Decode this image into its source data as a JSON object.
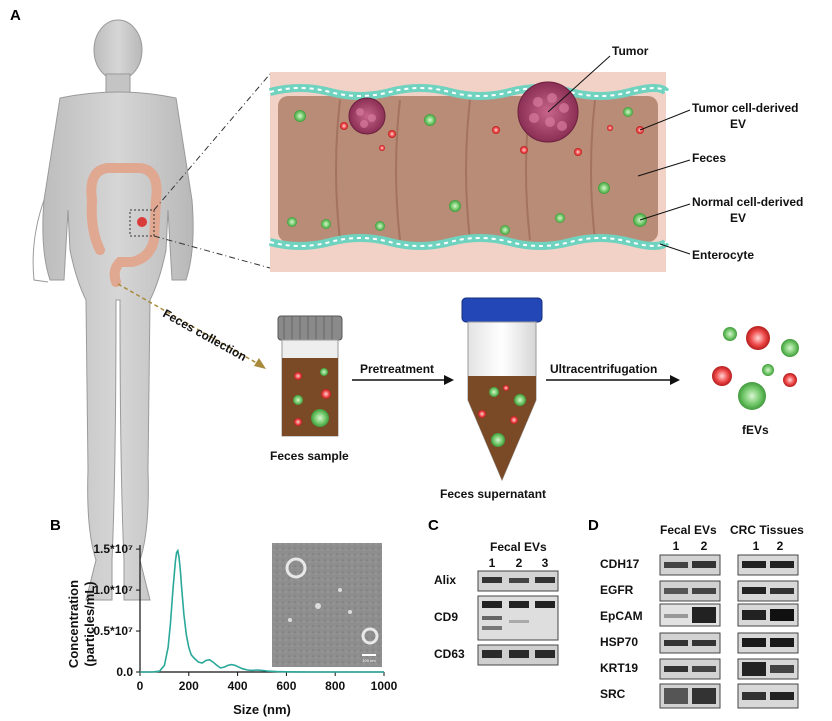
{
  "panels": {
    "a": "A",
    "b": "B",
    "c": "C",
    "d": "D"
  },
  "intestine_labels": {
    "tumor": "Tumor",
    "tumor_ev_1": "Tumor cell-derived",
    "tumor_ev_2": "EV",
    "feces": "Feces",
    "normal_ev_1": "Normal cell-derived",
    "normal_ev_2": "EV",
    "enterocyte": "Enterocyte"
  },
  "workflow": {
    "collection": "Feces collection",
    "sample": "Feces sample",
    "pretreatment": "Pretreatment",
    "supernatant": "Feces supernatant",
    "ultracentrifugation": "Ultracentrifugation",
    "fevs": "fEVs"
  },
  "chart_data": {
    "type": "line",
    "xlabel": "Size (nm)",
    "ylabel_line1": "Concentration",
    "ylabel_line2": "(particles/mL)",
    "xlim": [
      0,
      1000
    ],
    "ylim": [
      0,
      15500000
    ],
    "x_ticks": [
      0,
      200,
      400,
      600,
      800,
      1000
    ],
    "x_tick_labels": [
      "0",
      "200",
      "400",
      "600",
      "800",
      "1000"
    ],
    "y_ticks": [
      0,
      5000000,
      10000000,
      15000000
    ],
    "y_tick_labels": [
      "0.0",
      "0.5*10⁷",
      "1.0*10⁷",
      "1.5*10⁷"
    ],
    "series": [
      {
        "color": "#2aa89a",
        "x": [
          0,
          50,
          80,
          100,
          115,
          125,
          135,
          145,
          150,
          155,
          160,
          165,
          170,
          180,
          190,
          200,
          210,
          225,
          240,
          255,
          270,
          285,
          300,
          315,
          330,
          345,
          360,
          375,
          390,
          405,
          420,
          440,
          460,
          480,
          500,
          520,
          540,
          560,
          600,
          650,
          700,
          800,
          900,
          1000
        ],
        "y": [
          0,
          0,
          100000,
          800000,
          3000000,
          6000000,
          10000000,
          13500000,
          14600000,
          14800000,
          14000000,
          12500000,
          10500000,
          7000000,
          4500000,
          3000000,
          2100000,
          1600000,
          1200000,
          1100000,
          1400000,
          1500000,
          1200000,
          800000,
          500000,
          600000,
          800000,
          900000,
          800000,
          600000,
          400000,
          250000,
          200000,
          250000,
          200000,
          120000,
          80000,
          50000,
          20000,
          10000,
          0,
          0,
          0,
          0
        ]
      }
    ]
  },
  "tem": {
    "scalebar": "100 nm"
  },
  "blot_c": {
    "title": "Fecal EVs",
    "lanes": [
      "1",
      "2",
      "3"
    ],
    "rows": [
      "Alix",
      "CD9",
      "CD63"
    ]
  },
  "blot_d": {
    "group1": "Fecal EVs",
    "group2": "CRC Tissues",
    "lanes1": [
      "1",
      "2"
    ],
    "lanes2": [
      "1",
      "2"
    ],
    "rows": [
      "CDH17",
      "EGFR",
      "EpCAM",
      "HSP70",
      "KRT19",
      "SRC"
    ]
  },
  "colors": {
    "tissue": "#d9b6a6",
    "mucosa": "#b98c78",
    "tumor": "#a8456a",
    "normal_ev": "#6dc76d",
    "tumor_ev": "#e23a3a",
    "enterocyte": "#6fd3c0",
    "feces": "#7a4a26",
    "cap_gray": "#8a8a8a",
    "cap_blue": "#2447b8",
    "line": "#2aa89a"
  }
}
